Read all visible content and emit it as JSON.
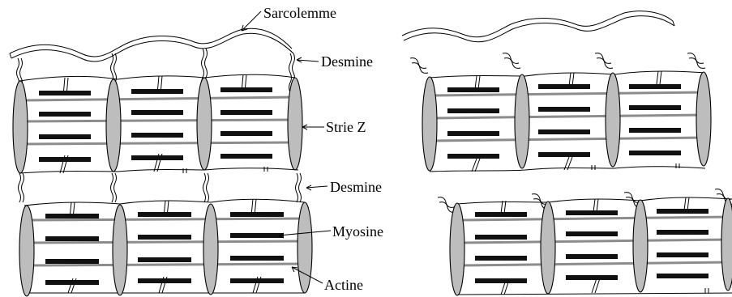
{
  "diagram": {
    "labels": {
      "sarcolemme": "Sarcolemme",
      "desmine_top": "Desmine",
      "strie_z": "Strie Z",
      "desmine_bottom": "Desmine",
      "myosine": "Myosine",
      "actine": "Actine"
    },
    "colors": {
      "z_disc_fill": "#bdbdbd",
      "actin": "#8c8c8c",
      "myosin": "#111111",
      "line": "#000000"
    },
    "panels": [
      {
        "name": "intact-myofibrils",
        "myofibril_rows": 2,
        "sarcomeres_per_row": 3
      },
      {
        "name": "separated-myofibrils",
        "myofibril_rows": 2,
        "sarcomeres_per_row": 3
      }
    ]
  }
}
